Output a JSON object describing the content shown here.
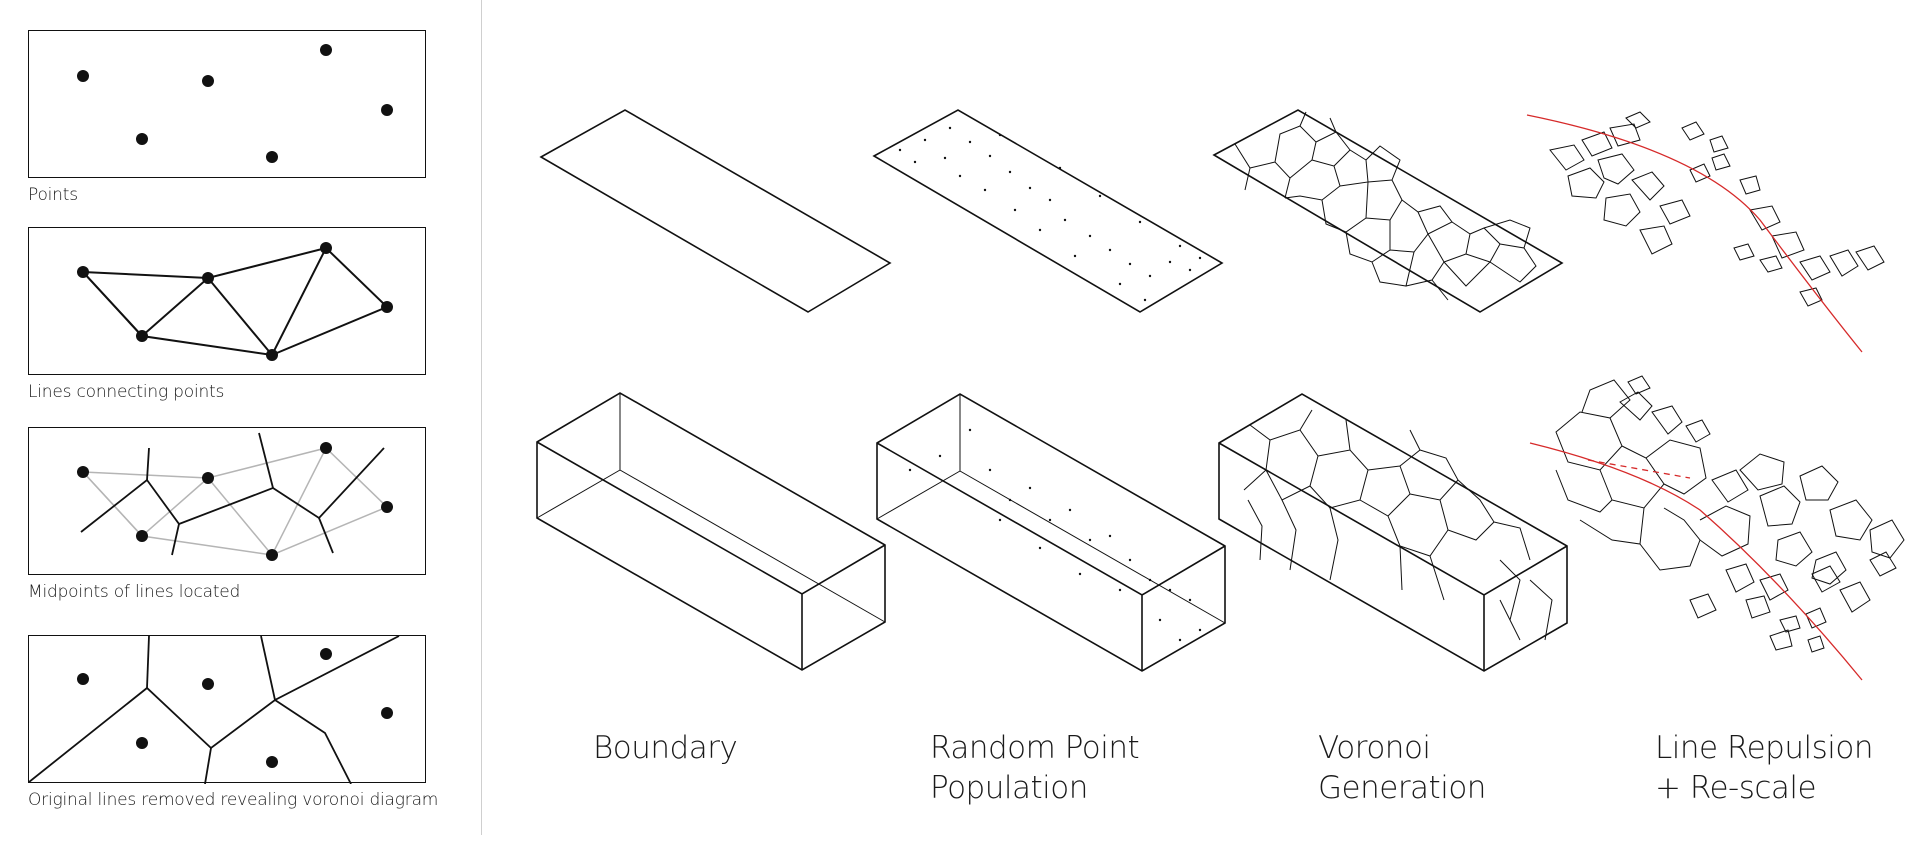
{
  "steps": [
    {
      "caption": "Points"
    },
    {
      "caption": "Lines connecting points"
    },
    {
      "caption": "Midpoints of lines located"
    },
    {
      "caption": "Original lines removed revealing voronoi diagram"
    }
  ],
  "stages": [
    {
      "line1": "Boundary",
      "line2": ""
    },
    {
      "line1": "Random Point",
      "line2": "Population"
    },
    {
      "line1": "Voronoi",
      "line2": "Generation"
    },
    {
      "line1": "Line Repulsion",
      "line2": "+ Re-scale"
    }
  ],
  "colors": {
    "ink": "#111111",
    "gray": "#b5b5b5",
    "accent": "#d62a2a"
  }
}
